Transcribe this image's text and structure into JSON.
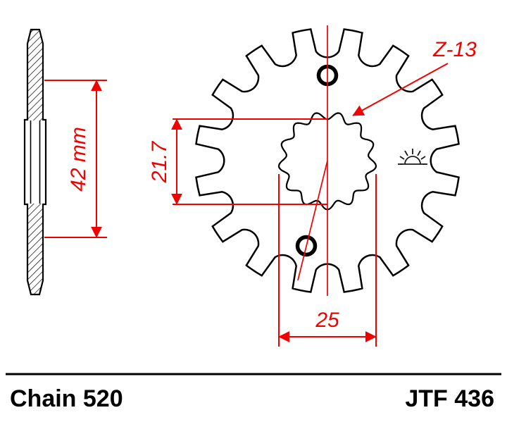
{
  "footer": {
    "chain_label": "Chain 520",
    "part_number": "JTF 436"
  },
  "dimensions": {
    "side_height": "42 mm",
    "spline_minor_diameter": "21.7",
    "spline_major_diameter": "25",
    "spline_teeth_label": "Z-13"
  },
  "sprocket": {
    "teeth": 16,
    "spline_teeth": 13
  },
  "colors": {
    "dimension_red": "#f10000",
    "drawing_black": "#000000"
  }
}
